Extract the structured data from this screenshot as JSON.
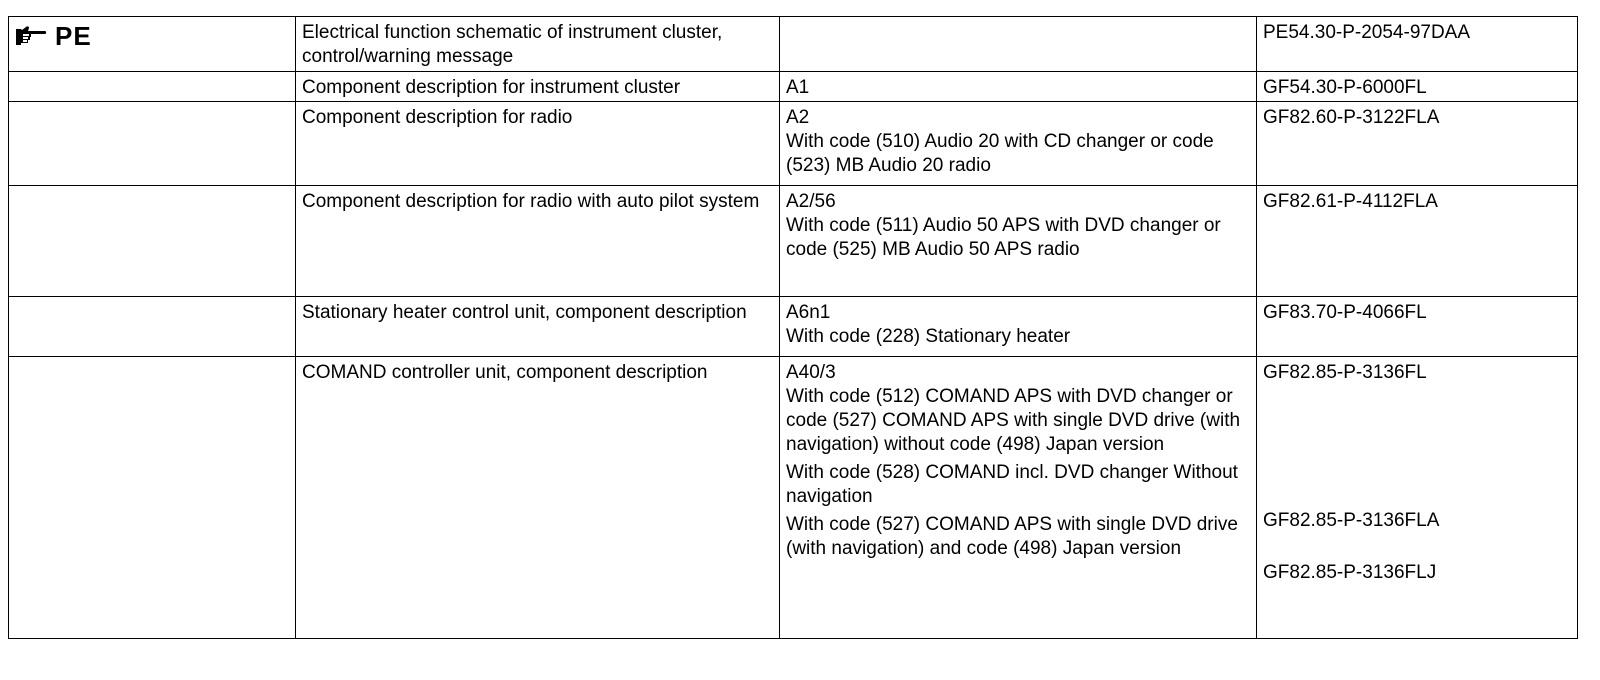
{
  "header": {
    "pe_label": "PE",
    "icon": "pointing-hand-icon"
  },
  "rows": [
    {
      "description": "Electrical function schematic of instrument cluster, control/warning message",
      "component": "",
      "conditions": [],
      "refs": [
        "PE54.30-P-2054-97DAA"
      ]
    },
    {
      "description": "Component description for instrument cluster",
      "component": "A1",
      "conditions": [],
      "refs": [
        "GF54.30-P-6000FL"
      ]
    },
    {
      "description": "Component description for radio",
      "component": "A2",
      "conditions": [
        "With code (510) Audio 20 with CD changer or code (523) MB Audio 20 radio"
      ],
      "refs": [
        "GF82.60-P-3122FLA"
      ]
    },
    {
      "description": "Component description for radio with auto pilot system",
      "component": "A2/56",
      "conditions": [
        "With code (511) Audio 50 APS with DVD changer or code (525) MB Audio 50 APS radio"
      ],
      "refs": [
        "GF82.61-P-4112FLA"
      ]
    },
    {
      "description": "Stationary heater control unit, component description",
      "component": "A6n1",
      "conditions": [
        "With code (228) Stationary heater"
      ],
      "refs": [
        "GF83.70-P-4066FL"
      ]
    },
    {
      "description": "COMAND controller unit, component description",
      "component": "A40/3",
      "conditions": [
        "With code (512) COMAND APS with DVD changer or code (527) COMAND APS with single DVD drive (with navigation) without code (498) Japan version",
        "With code (528) COMAND incl. DVD changer Without navigation",
        "With code (527) COMAND APS with single DVD drive (with navigation) and code (498) Japan version"
      ],
      "refs": [
        "GF82.85-P-3136FL",
        "GF82.85-P-3136FLA",
        "GF82.85-P-3136FLJ"
      ]
    }
  ]
}
